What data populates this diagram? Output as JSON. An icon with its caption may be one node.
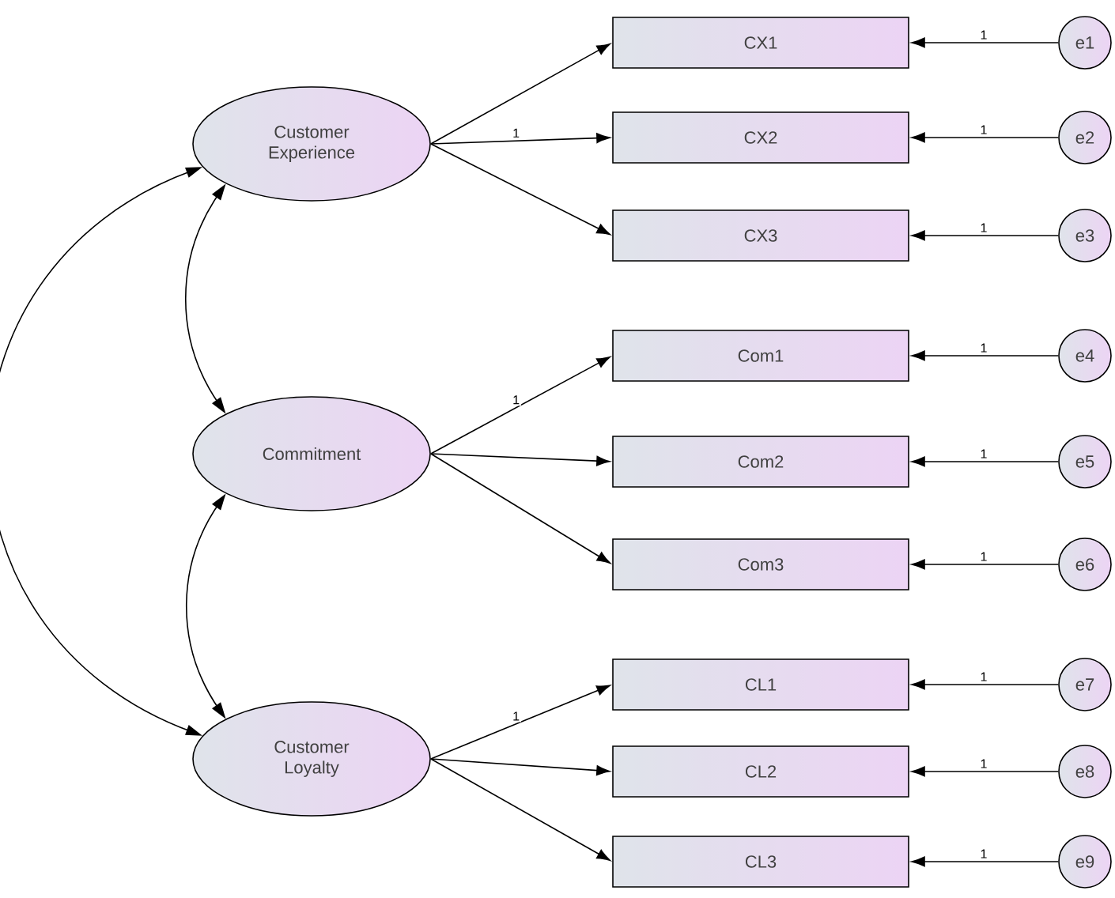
{
  "diagram": {
    "nodes": [
      {
        "text": [
          "Customer Experience"
        ]
      },
      {
        "text": [
          "Commitment"
        ]
      },
      {
        "text": [
          "Customer Loyalty"
        ]
      },
      {
        "text": [
          "CX1"
        ]
      },
      {
        "text": [
          "CX2"
        ]
      },
      {
        "text": [
          "CX3"
        ]
      },
      {
        "text": [
          "Com1"
        ]
      },
      {
        "text": [
          "Com2"
        ]
      },
      {
        "text": [
          "Com3"
        ]
      },
      {
        "text": [
          "CL1"
        ]
      },
      {
        "text": [
          "CL2"
        ]
      },
      {
        "text": [
          "CL3"
        ]
      },
      {
        "text": [
          "e1"
        ]
      },
      {
        "text": [
          "e2"
        ]
      },
      {
        "text": [
          "e3"
        ]
      },
      {
        "text": [
          "e4"
        ]
      },
      {
        "text": [
          "e5"
        ]
      },
      {
        "text": [
          "e6"
        ]
      },
      {
        "text": [
          "e7"
        ]
      },
      {
        "text": [
          "e8"
        ]
      },
      {
        "text": [
          "e9"
        ]
      }
    ],
    "edges": [
      {
        "from": 0,
        "to": 3,
        "arrow": "to"
      },
      {
        "from": 0,
        "to": 4,
        "arrow": "to",
        "label": "1"
      },
      {
        "from": 0,
        "to": 5,
        "arrow": "to"
      },
      {
        "from": 1,
        "to": 6,
        "arrow": "to",
        "label": "1"
      },
      {
        "from": 1,
        "to": 7,
        "arrow": "to"
      },
      {
        "from": 1,
        "to": 8,
        "arrow": "to"
      },
      {
        "from": 2,
        "to": 9,
        "arrow": "to",
        "label": "1"
      },
      {
        "from": 2,
        "to": 10,
        "arrow": "to"
      },
      {
        "from": 2,
        "to": 11,
        "arrow": "to"
      },
      {
        "from": 12,
        "to": 3,
        "arrow": "to",
        "label": "1"
      },
      {
        "from": 13,
        "to": 4,
        "arrow": "to",
        "label": "1"
      },
      {
        "from": 14,
        "to": 5,
        "arrow": "to",
        "label": "1"
      },
      {
        "from": 15,
        "to": 6,
        "arrow": "to",
        "label": "1"
      },
      {
        "from": 16,
        "to": 7,
        "arrow": "to",
        "label": "1"
      },
      {
        "from": 17,
        "to": 8,
        "arrow": "to",
        "label": "1"
      },
      {
        "from": 18,
        "to": 9,
        "arrow": "to",
        "label": "1"
      },
      {
        "from": 19,
        "to": 10,
        "arrow": "to",
        "label": "1"
      },
      {
        "from": 20,
        "to": 11,
        "arrow": "to",
        "label": "1"
      },
      {
        "from": 0,
        "to": 1,
        "arrow": "both"
      },
      {
        "from": 1,
        "to": 2,
        "arrow": "both"
      },
      {
        "from": 0,
        "to": 2,
        "arrow": "both"
      }
    ]
  }
}
